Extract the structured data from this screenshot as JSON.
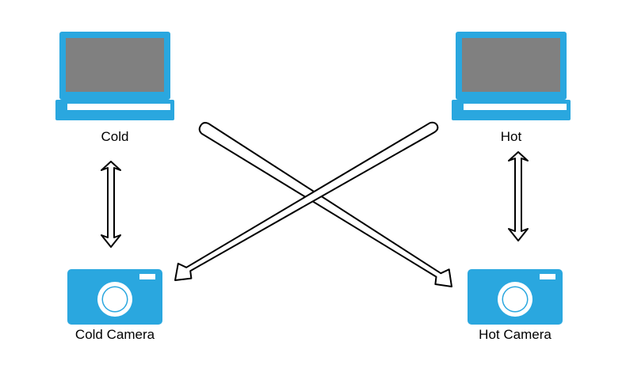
{
  "colors": {
    "device_blue": "#2aa7df",
    "screen_gray": "#808080",
    "arrow_fill": "#ffffff",
    "arrow_stroke": "#000000"
  },
  "nodes": {
    "cold_laptop": {
      "label": "Cold",
      "icon": "laptop-icon"
    },
    "hot_laptop": {
      "label": "Hot",
      "icon": "laptop-icon"
    },
    "cold_camera": {
      "label": "Cold Camera",
      "icon": "camera-icon"
    },
    "hot_camera": {
      "label": "Hot Camera",
      "icon": "camera-icon"
    }
  },
  "connections": [
    {
      "from": "Cold",
      "to": "Cold Camera",
      "type": "bidirectional"
    },
    {
      "from": "Hot",
      "to": "Hot Camera",
      "type": "bidirectional"
    },
    {
      "from": "Cold",
      "to": "Hot Camera",
      "type": "directed"
    },
    {
      "from": "Hot",
      "to": "Cold Camera",
      "type": "directed"
    }
  ]
}
